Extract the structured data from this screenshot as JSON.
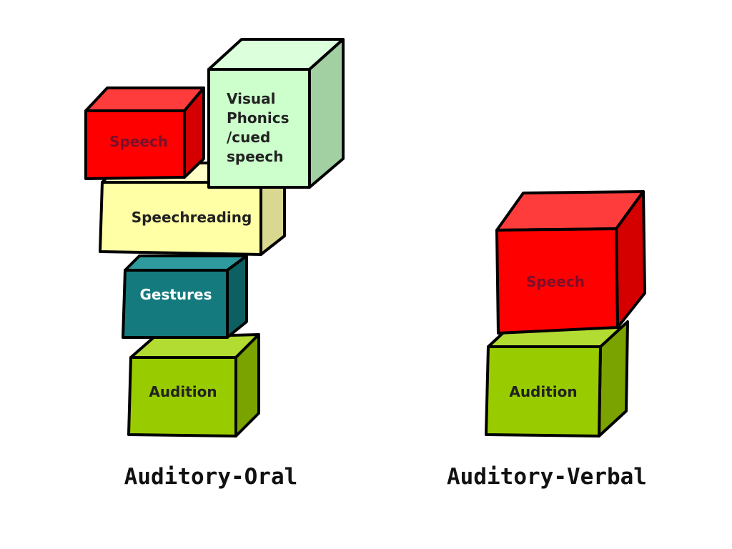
{
  "left_stack": {
    "caption": "Auditory-Oral",
    "blocks": {
      "audition": "Audition",
      "gestures": "Gestures",
      "speechreading": "Speechreading",
      "speech": "Speech",
      "visual_phonics": [
        "Visual",
        "Phonics",
        "/cued",
        "speech"
      ]
    }
  },
  "right_stack": {
    "caption": "Auditory-Verbal",
    "blocks": {
      "audition": "Audition",
      "speech": "Speech"
    }
  },
  "colors": {
    "audition_front": "#99cc00",
    "audition_top": "#b3dc33",
    "audition_side": "#7aa300",
    "gestures_front": "#147a7e",
    "gestures_top": "#2e9a9e",
    "gestures_side": "#0e5f62",
    "speechreading_front": "#ffffa6",
    "speechreading_top": "#ffffc8",
    "speechreading_side": "#d8d890",
    "speech_front": "#ff0000",
    "speech_top": "#ff3c3c",
    "speech_side": "#d40000",
    "phonics_front": "#ccffcc",
    "phonics_top": "#dcffdc",
    "phonics_side": "#a3d0a3",
    "outline": "#000000"
  }
}
